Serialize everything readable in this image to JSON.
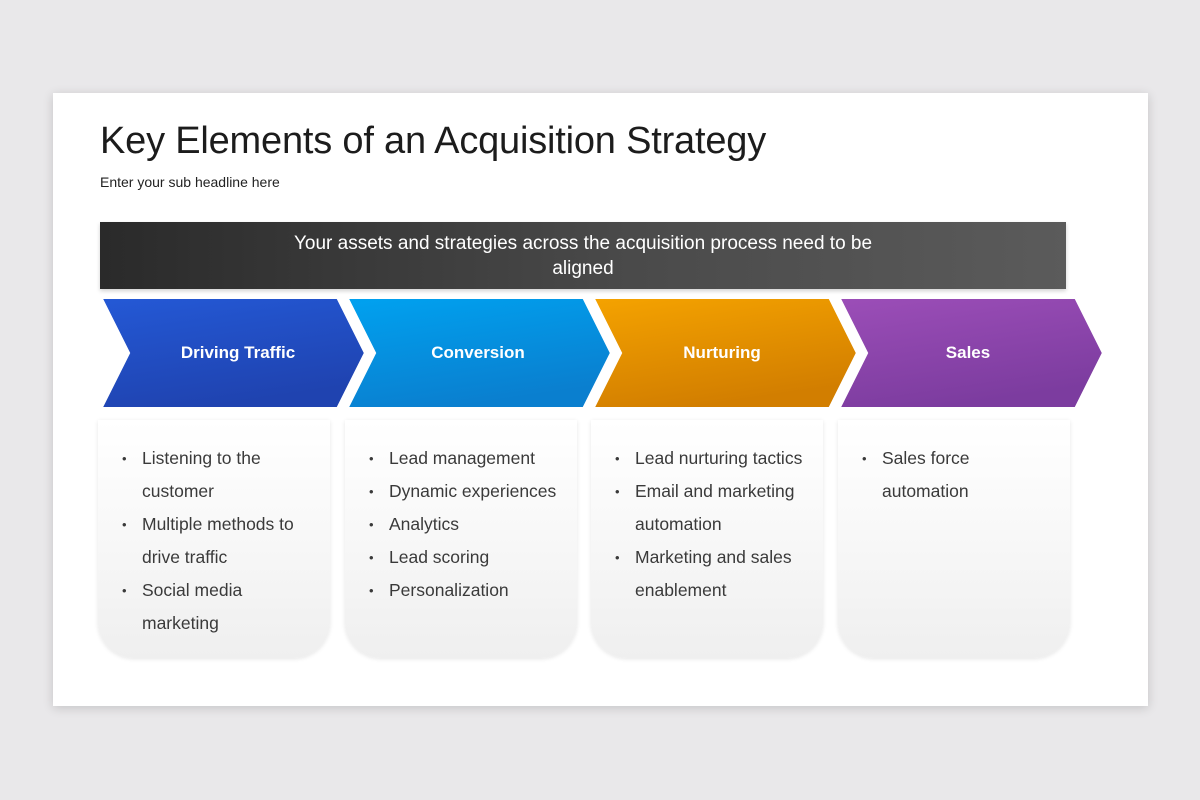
{
  "slide": {
    "title": "Key Elements of an Acquisition Strategy",
    "subtitle": "Enter your sub headline here",
    "banner": "Your assets and strategies across the acquisition process need to be aligned"
  },
  "colors": {
    "driving_traffic": [
      "#2459d6",
      "#1f43b0"
    ],
    "conversion": [
      "#00a2f0",
      "#0a7fcf"
    ],
    "nurturing": [
      "#f5a300",
      "#d27e00"
    ],
    "sales": [
      "#9c4eb8",
      "#7c3c9f"
    ]
  },
  "stages": [
    {
      "label": "Driving Traffic",
      "items": [
        "Listening to the customer",
        "Multiple methods to drive traffic",
        "Social media marketing"
      ]
    },
    {
      "label": "Conversion",
      "items": [
        "Lead management",
        "Dynamic experiences",
        "Analytics",
        "Lead scoring",
        "Personalization"
      ]
    },
    {
      "label": "Nurturing",
      "items": [
        "Lead nurturing tactics",
        "Email and marketing automation",
        "Marketing and sales enablement"
      ]
    },
    {
      "label": "Sales",
      "items": [
        "Sales force automation"
      ]
    }
  ],
  "bullet_glyph": "•"
}
